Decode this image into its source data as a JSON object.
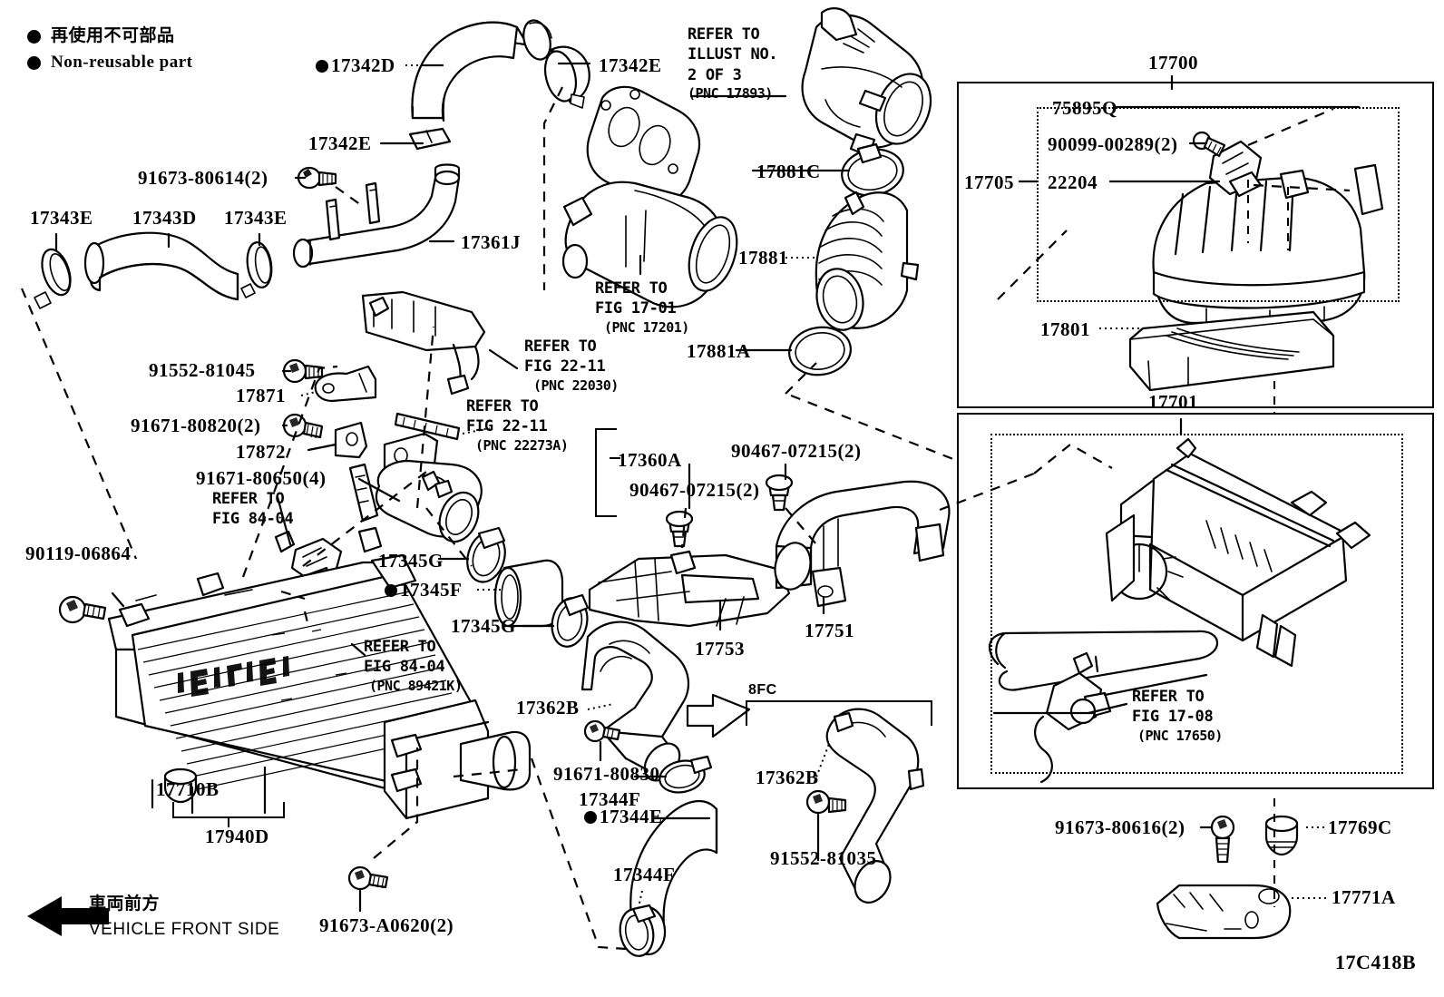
{
  "figure": {
    "code": "17C418B",
    "legend_jp": "再使用不可部品",
    "legend_en": "Non-reusable part",
    "front_jp": "車両前方",
    "front_en": "VEHICLE FRONT SIDE",
    "group_8fc": "8FC"
  },
  "labels": {
    "p17342D": "17342D",
    "p17342E_top": "17342E",
    "p17342E_left": "17342E",
    "p91673_80614": "91673-80614(2)",
    "p17343E_left": "17343E",
    "p17343D": "17343D",
    "p17343E_mid": "17343E",
    "p17361J": "17361J",
    "p17881C": "17881C",
    "p17881": "17881",
    "p17881A": "17881A",
    "p17700": "17700",
    "p75895Q": "75895Q",
    "p90099_00289": "90099-00289(2)",
    "p17705": "17705",
    "p22204": "22204",
    "p17801": "17801",
    "p17701": "17701",
    "p91552_81045": "91552-81045",
    "p17871": "17871",
    "p91671_80820": "91671-80820(2)",
    "p17872": "17872",
    "p91671_80650": "91671-80650(4)",
    "p17360A": "17360A",
    "p90467_07215_a": "90467-07215(2)",
    "p90467_07215_b": "90467-07215(2)",
    "p17751": "17751",
    "p17753": "17753",
    "p90119_06864": "90119-06864",
    "p17345G_top": "17345G",
    "p17345F": "17345F",
    "p17345G_bot": "17345G",
    "p17710B": "17710B",
    "p17940D": "17940D",
    "p91673_A0620": "91673-A0620(2)",
    "p17362B_left": "17362B",
    "p91671_80830": "91671-80830",
    "p17344F_top": "17344F",
    "p17344E": "17344E",
    "p17344F_bot": "17344F",
    "p17362B_right": "17362B",
    "p91552_81035": "91552-81035",
    "p91673_80616": "91673-80616(2)",
    "p17769C": "17769C",
    "p17771A": "17771A"
  },
  "refer_notes": {
    "illust_2of3": {
      "l1": "REFER TO",
      "l2": "ILLUST NO.",
      "l3": "2 OF 3",
      "l4": "(PNC 17893)"
    },
    "fig17_01": {
      "l1": "REFER TO",
      "l2": "FIG 17-01",
      "l3": "(PNC 17201)"
    },
    "fig22_11_a": {
      "l1": "REFER TO",
      "l2": "FIG 22-11",
      "l3": "(PNC 22030)"
    },
    "fig22_11_b": {
      "l1": "REFER TO",
      "l2": "FIG 22-11",
      "l3": "(PNC 22273A)"
    },
    "fig84_04_a": {
      "l1": "REFER TO",
      "l2": "FIG 84-04"
    },
    "fig84_04_b": {
      "l1": "REFER TO",
      "l2": "FIG 84-04",
      "l3": "(PNC 89421K)"
    },
    "fig17_08": {
      "l1": "REFER TO",
      "l2": "FIG 17-08",
      "l3": "(PNC 17650)"
    }
  },
  "colors": {
    "ink": "#000000",
    "paper": "#ffffff"
  }
}
